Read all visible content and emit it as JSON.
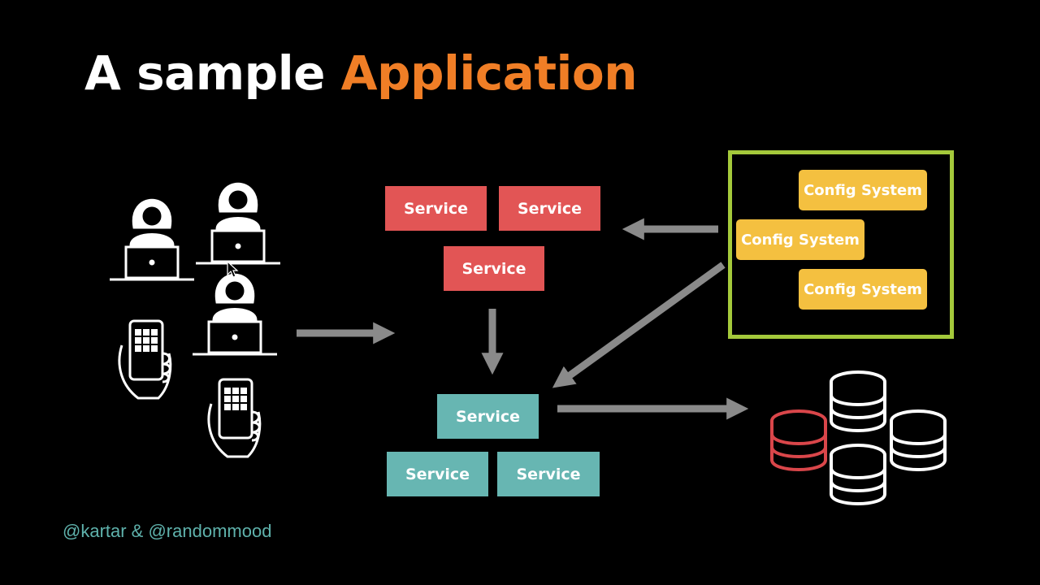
{
  "slide": {
    "title_part1": "A sample ",
    "title_part2": "Application",
    "footer": "@kartar & @randommood"
  },
  "services": {
    "top_left": "Service",
    "top_right": "Service",
    "top_middle": "Service",
    "bottom_top": "Service",
    "bottom_left": "Service",
    "bottom_right": "Service"
  },
  "config": {
    "item_1": "Config System",
    "item_2": "Config System",
    "item_3": "Config System"
  },
  "colors": {
    "background": "#000000",
    "accent": "#f07e26",
    "red_service": "#e25555",
    "teal_service": "#67b6b2",
    "config_item": "#f4c040",
    "config_frame": "#a4c93b",
    "arrow": "#8a8a8a",
    "footer_text": "#5fb2ac"
  }
}
